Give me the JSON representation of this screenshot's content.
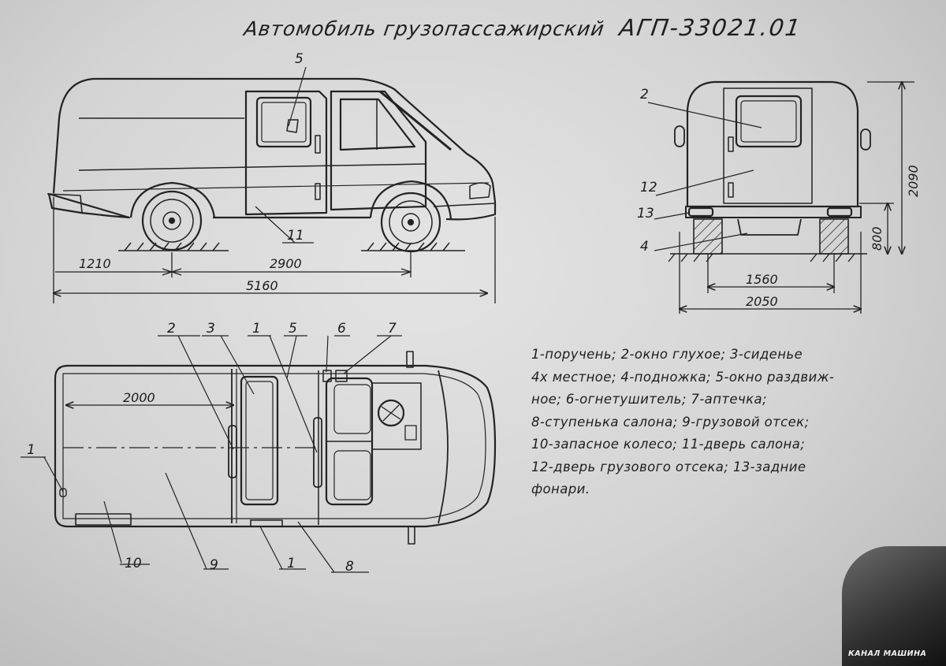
{
  "title": {
    "main": "Автомобиль грузопассажирский",
    "model": "АГП-33021.01"
  },
  "side_view": {
    "callouts": {
      "window": "5",
      "door": "11"
    },
    "dims": {
      "front_overhang": "1210",
      "wheelbase": "2900",
      "length": "5160"
    }
  },
  "rear_view": {
    "callouts": {
      "window": "2",
      "door": "12",
      "lights": "13",
      "step": "4"
    },
    "dims": {
      "height": "2090",
      "floor": "800",
      "track": "1560",
      "width": "2050"
    }
  },
  "plan_view": {
    "top_callouts": [
      "2",
      "3",
      "1",
      "5",
      "6",
      "7"
    ],
    "bottom_callouts": [
      "10",
      "9",
      "1",
      "8"
    ],
    "left_callout": "1",
    "dims": {
      "cargo_length": "2000"
    }
  },
  "legend": [
    "1-поручень; 2-окно глухое; 3-сиденье",
    "4х местное; 4-подножка; 5-окно раздвиж-",
    "ное; 6-огнетушитель; 7-аптечка;",
    "8-ступенька салона; 9-грузовой отсек;",
    "10-запасное колесо; 11-дверь салона;",
    "12-дверь грузового отсека; 13-задние",
    "фонари."
  ],
  "watermark": "КАНАЛ МАШИНА"
}
